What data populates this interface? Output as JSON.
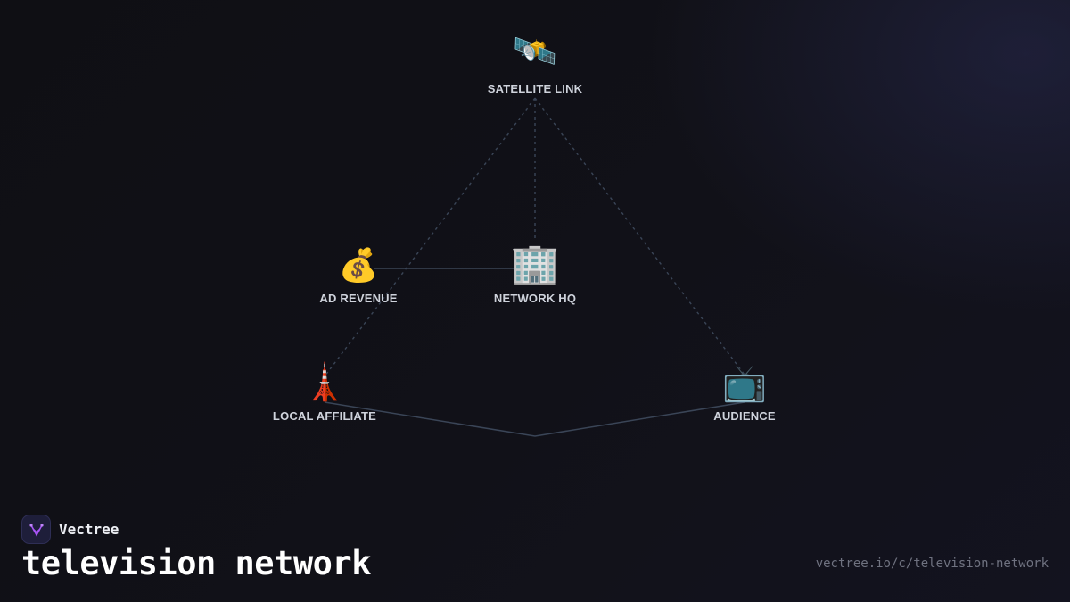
{
  "brand": {
    "name": "Vectree",
    "logo_icon": "vectree-logo-icon",
    "logo_color": "#a855f7"
  },
  "title": "television network",
  "url": "vectree.io/c/television-network",
  "colors": {
    "edge": "#3a4557",
    "label": "#cfd3dc"
  },
  "nodes": [
    {
      "id": "satellite",
      "label": "SATELLITE LINK",
      "icon": "🛰️",
      "icon_name": "satellite-icon"
    },
    {
      "id": "hq",
      "label": "NETWORK HQ",
      "icon": "🏢",
      "icon_name": "office-building-icon"
    },
    {
      "id": "ad",
      "label": "AD REVENUE",
      "icon": "💰",
      "icon_name": "money-bag-icon"
    },
    {
      "id": "affiliate",
      "label": "LOCAL AFFILIATE",
      "icon": "🗼",
      "icon_name": "tower-icon"
    },
    {
      "id": "audience",
      "label": "AUDIENCE",
      "icon": "📺",
      "icon_name": "television-icon"
    }
  ],
  "edges": [
    {
      "from": "satellite",
      "to": "hq",
      "style": "dashed"
    },
    {
      "from": "satellite",
      "to": "affiliate",
      "style": "dashed"
    },
    {
      "from": "satellite",
      "to": "audience",
      "style": "dashed"
    },
    {
      "from": "ad",
      "to": "hq",
      "style": "solid"
    },
    {
      "from": "affiliate",
      "to": "audience",
      "style": "solid-curve"
    }
  ]
}
